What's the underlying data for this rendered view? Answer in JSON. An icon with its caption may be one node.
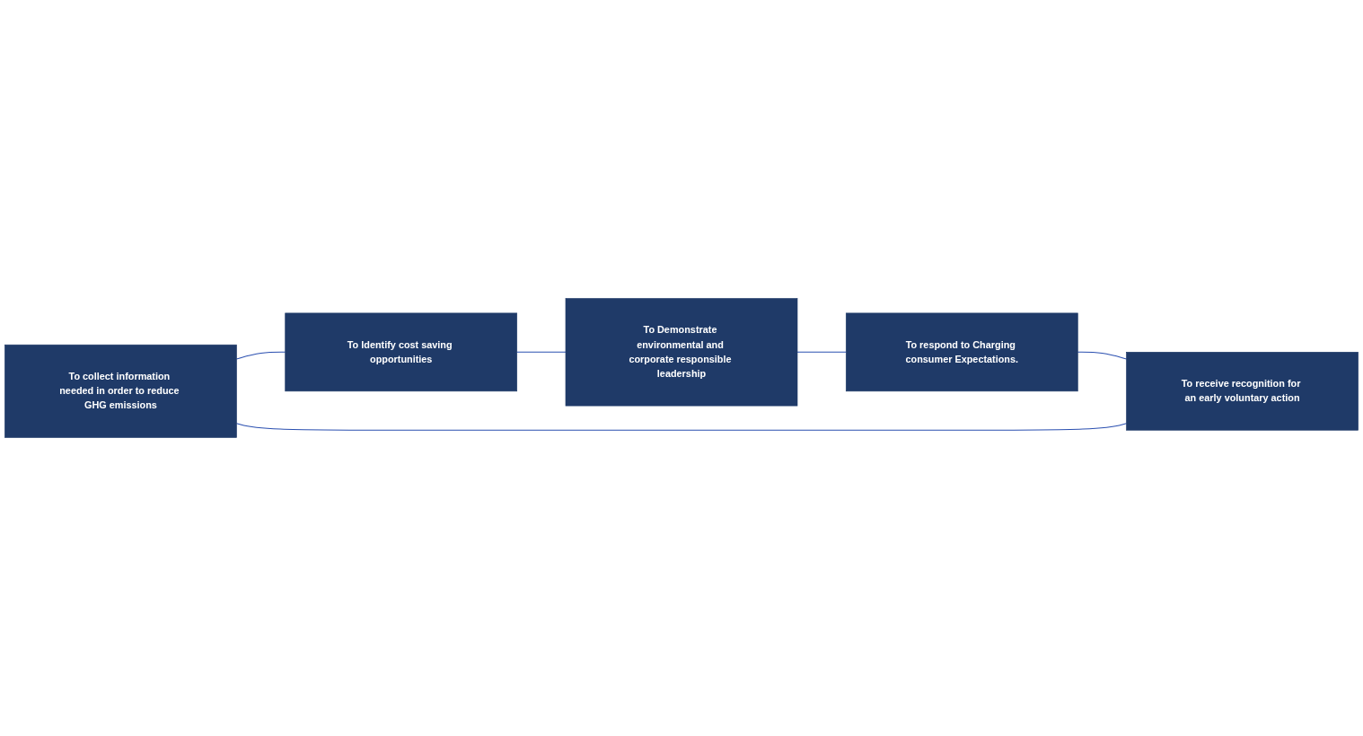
{
  "diagram": {
    "nodes": [
      {
        "text": [
          "To collect information needed in order to reduce GHG emissions"
        ]
      },
      {
        "text": [
          "To Identify cost saving opportunities"
        ]
      },
      {
        "text": [
          "To Demonstrate environmental and corporate responsible leadership"
        ]
      },
      {
        "text": [
          "To receive recognition for an early voluntary action"
        ]
      },
      {
        "text": [
          "To respond to Charging consumer Expectations."
        ]
      }
    ],
    "edges": [
      {
        "from": 0,
        "to": 1,
        "arrow": "none"
      },
      {
        "from": 1,
        "to": 2,
        "arrow": "none"
      },
      {
        "from": 2,
        "to": 4,
        "arrow": "none"
      },
      {
        "from": 4,
        "to": 3,
        "arrow": "none"
      },
      {
        "from": 3,
        "to": 0,
        "arrow": "none"
      }
    ]
  }
}
